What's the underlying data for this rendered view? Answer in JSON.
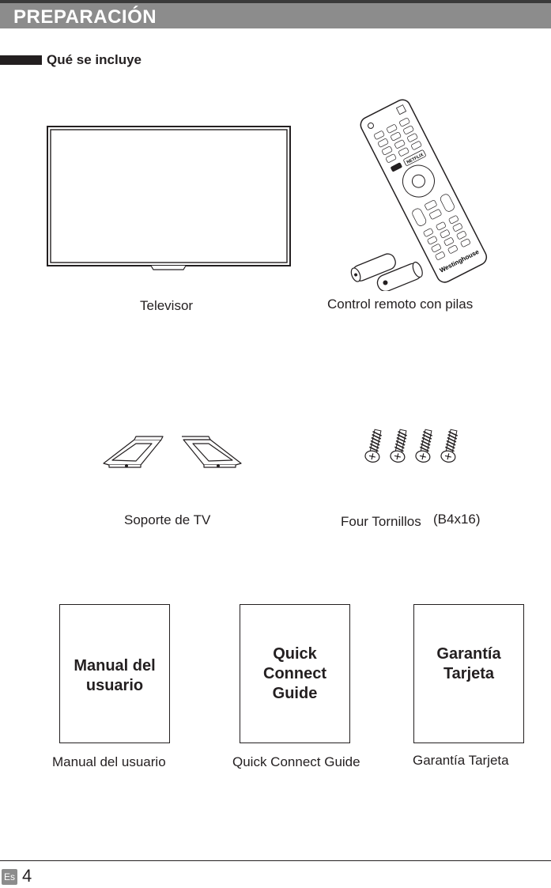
{
  "header": {
    "title": "PREPARACIÓN"
  },
  "section": {
    "title": "Qué se incluye"
  },
  "items": {
    "tv": {
      "caption": "Televisor"
    },
    "remote": {
      "caption": "Control remoto con pilas",
      "brand": "Westinghouse",
      "netflix_label": "NETFLIX"
    },
    "stand": {
      "caption": "Soporte de TV"
    },
    "screws": {
      "caption": "Four Tornillos",
      "size": "(B4x16)"
    },
    "manual": {
      "caption": "Manual del usuario",
      "cover_text": "Manual del\nusuario"
    },
    "quick_guide": {
      "caption": "Quick Connect Guide",
      "cover_text": "Quick\nConnect\nGuide"
    },
    "warranty": {
      "caption": "Garantía Tarjeta",
      "cover_text": "Garantía\nTarjeta"
    }
  },
  "footer": {
    "language": "Es",
    "page_number": "4"
  }
}
